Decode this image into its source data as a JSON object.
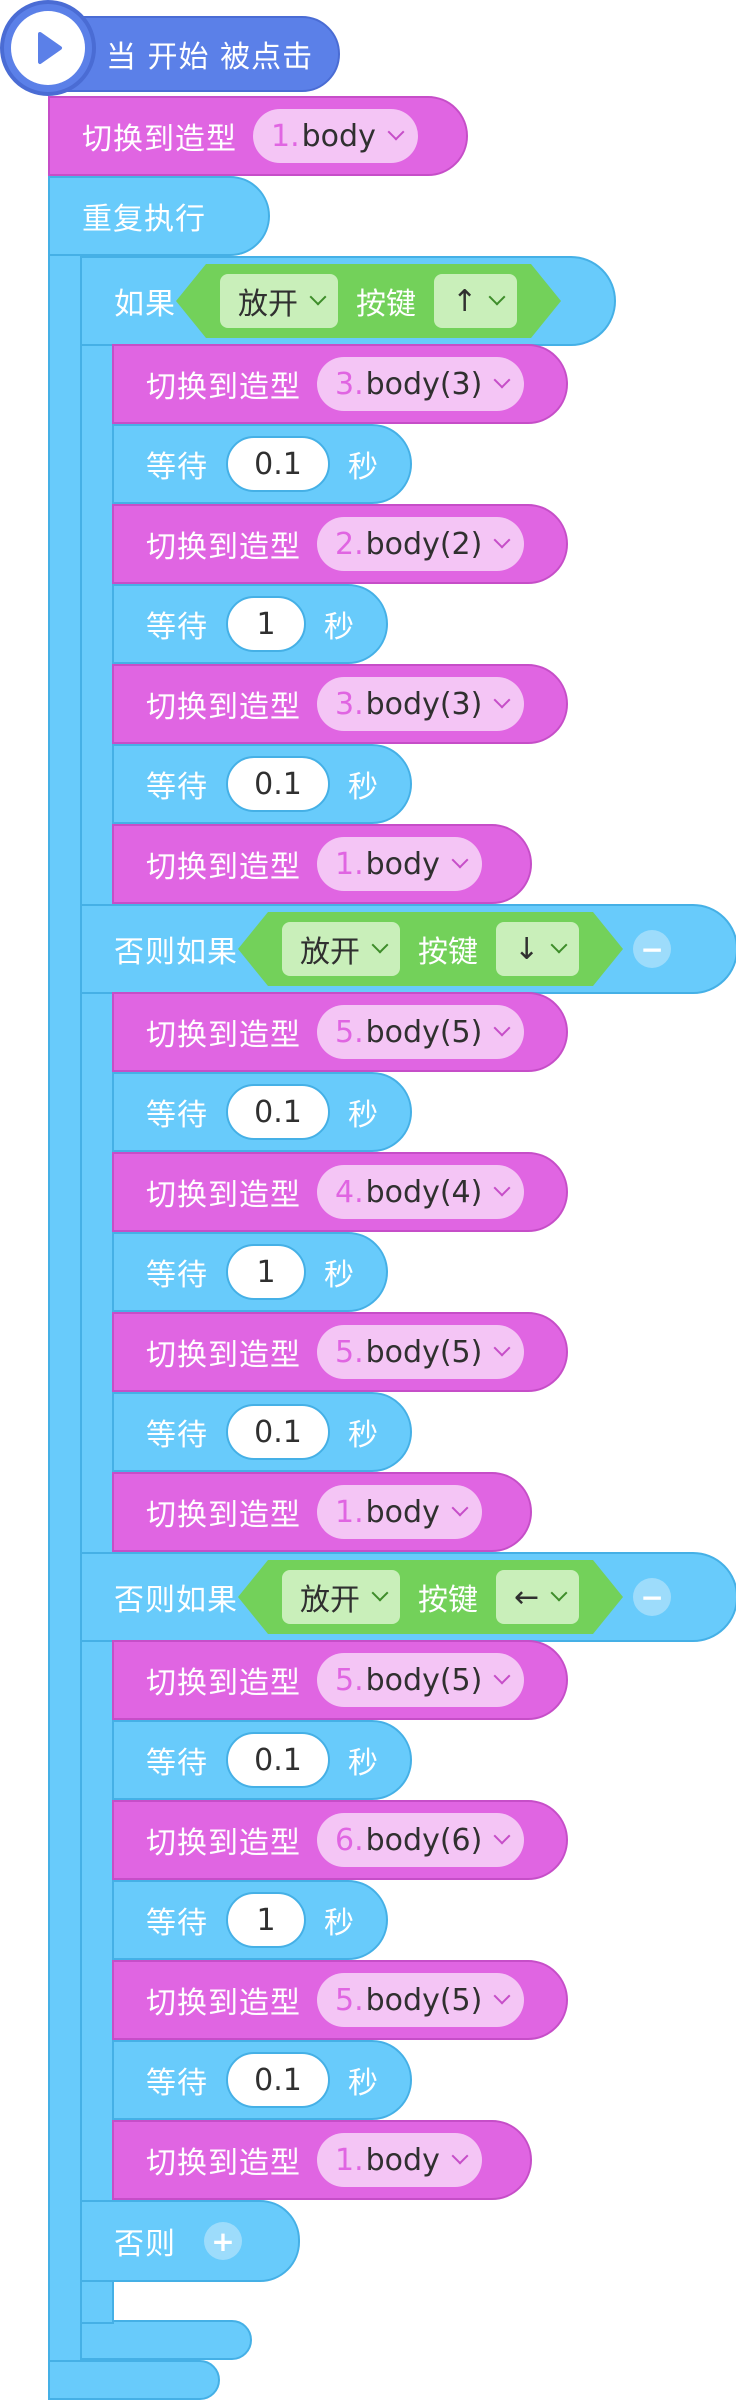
{
  "colors": {
    "event": "#5b80e8",
    "looks": "#e065e2",
    "control": "#68cbfb",
    "operator": "#73d15a"
  },
  "event": {
    "icon": "play-icon",
    "label": "当 开始 被点击"
  },
  "switch_costume_label": "切换到造型",
  "wait_label": "等待",
  "seconds_label": "秒",
  "repeat_label": "重复执行",
  "if_label": "如果",
  "elseif_label": "否则如果",
  "else_label": "否则",
  "key_event_label": "放开",
  "key_label": "按键",
  "first_costume": {
    "num": "1.",
    "name": "body"
  },
  "branches": [
    {
      "key": "↑",
      "blocks": [
        {
          "num": "3.",
          "name": "body(3)"
        },
        {
          "wait": "0.1"
        },
        {
          "num": "2.",
          "name": "body(2)"
        },
        {
          "wait": "1"
        },
        {
          "num": "3.",
          "name": "body(3)"
        },
        {
          "wait": "0.1"
        },
        {
          "num": "1.",
          "name": "body"
        }
      ]
    },
    {
      "key": "↓",
      "blocks": [
        {
          "num": "5.",
          "name": "body(5)"
        },
        {
          "wait": "0.1"
        },
        {
          "num": "4.",
          "name": "body(4)"
        },
        {
          "wait": "1"
        },
        {
          "num": "5.",
          "name": "body(5)"
        },
        {
          "wait": "0.1"
        },
        {
          "num": "1.",
          "name": "body"
        }
      ]
    },
    {
      "key": "←",
      "blocks": [
        {
          "num": "5.",
          "name": "body(5)"
        },
        {
          "wait": "0.1"
        },
        {
          "num": "6.",
          "name": "body(6)"
        },
        {
          "wait": "1"
        },
        {
          "num": "5.",
          "name": "body(5)"
        },
        {
          "wait": "0.1"
        },
        {
          "num": "1.",
          "name": "body"
        }
      ]
    }
  ],
  "remove_branch_icon": "minus-icon",
  "add_branch_icon": "plus-icon"
}
